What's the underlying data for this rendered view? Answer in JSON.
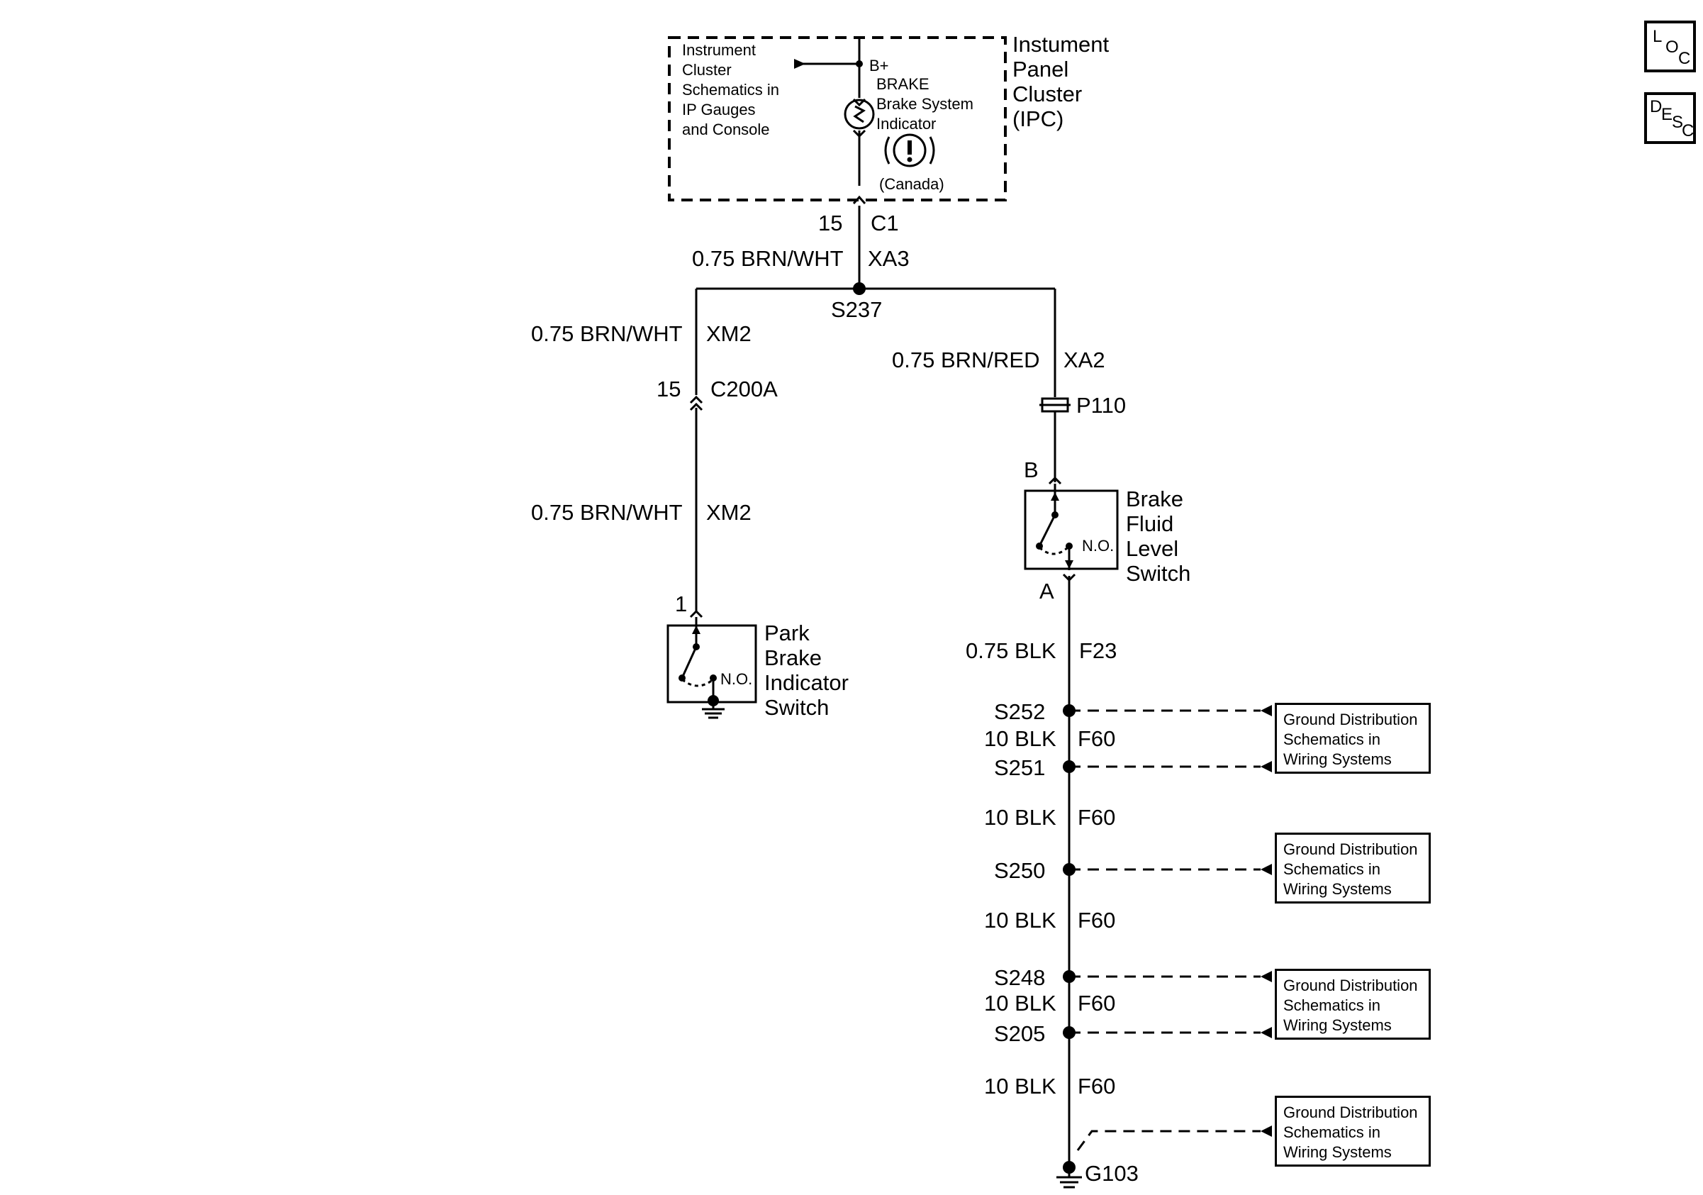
{
  "nav": {
    "loc": [
      "L",
      "O",
      "C"
    ],
    "desc": [
      "D",
      "E",
      "S",
      "C"
    ]
  },
  "ipc": {
    "ref_text": [
      "Instrument",
      "Cluster",
      "Schematics in",
      "IP Gauges",
      "and Console"
    ],
    "bplus": "B+",
    "indicator_text": [
      "BRAKE",
      "Brake System",
      "Indicator"
    ],
    "canada": "(Canada)",
    "title": [
      "Instument",
      "Panel",
      "Cluster",
      "(IPC)"
    ]
  },
  "wires": {
    "c1_pin": "15",
    "c1": "C1",
    "xa3_wire": "0.75 BRN/WHT",
    "xa3": "XA3",
    "s237": "S237",
    "xm2_upper_wire": "0.75 BRN/WHT",
    "xm2_upper": "XM2",
    "c200a_pin": "15",
    "c200a": "C200A",
    "xm2_lower_wire": "0.75 BRN/WHT",
    "xm2_lower": "XM2",
    "xa2_wire": "0.75 BRN/RED",
    "xa2": "XA2",
    "p110": "P110",
    "pin_b": "B",
    "pin_a": "A",
    "pin_1": "1",
    "f23_wire": "0.75 BLK",
    "f23": "F23",
    "f60_wire": "10 BLK",
    "f60": "F60"
  },
  "park_switch": {
    "label": [
      "Park",
      "Brake",
      "Indicator",
      "Switch"
    ],
    "no": "N.O."
  },
  "fluid_switch": {
    "label": [
      "Brake",
      "Fluid",
      "Level",
      "Switch"
    ],
    "no": "N.O."
  },
  "splices": [
    "S252",
    "S251",
    "S250",
    "S248",
    "S205"
  ],
  "ground": "G103",
  "ground_ref": [
    "Ground Distribution",
    "Schematics in",
    "Wiring Systems"
  ]
}
